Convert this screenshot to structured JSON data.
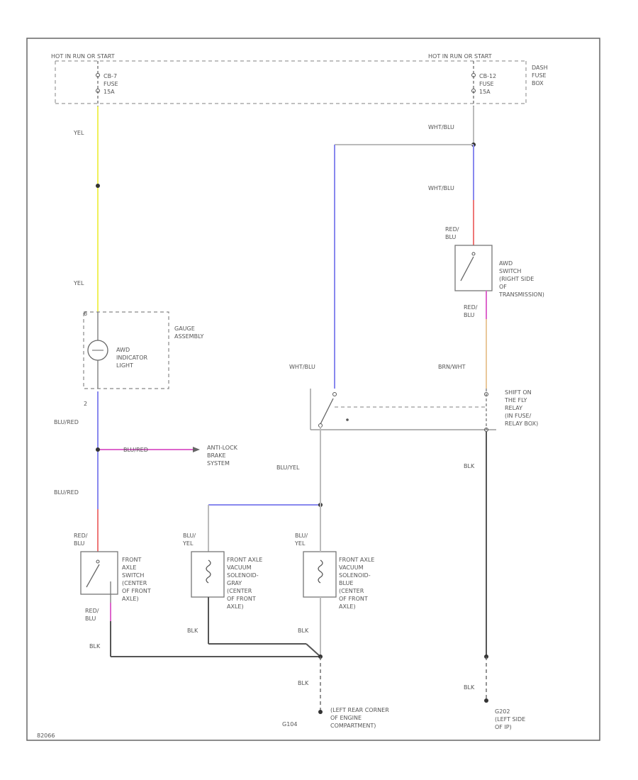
{
  "colors": {
    "yel": "#f0f05a",
    "blu": "#8888ee",
    "red": "#ee7777",
    "pink": "#dd66cc",
    "blk": "#555555",
    "gry": "#bbbbbb",
    "orn": "#e9c89a"
  },
  "labels": {
    "hot_left": "HOT IN RUN OR START",
    "hot_right": "HOT IN RUN OR START",
    "fuse_left": [
      "CB-7",
      "FUSE",
      "15A"
    ],
    "fuse_right": [
      "CB-12",
      "FUSE",
      "15A"
    ],
    "dash_fuse_box": [
      "DASH",
      "FUSE",
      "BOX"
    ],
    "wire_yel_1": "YEL",
    "wire_yel_2": "YEL",
    "pin_gauge_top": "6",
    "gauge_assembly": [
      "GAUGE",
      "ASSEMBLY"
    ],
    "awd_light": [
      "AWD",
      "INDICATOR",
      "LIGHT"
    ],
    "pin_gauge_bottom": "2",
    "wire_blu_red_1": "BLU/RED",
    "wire_blu_red_2": "BLU/RED",
    "wire_blu_red_3": "BLU/RED",
    "anti_lock": [
      "ANTI-LOCK",
      "BRAKE",
      "SYSTEM"
    ],
    "wire_wht_blu_1": "WHT/BLU",
    "wire_wht_blu_2": "WHT/BLU",
    "wire_wht_blu_3": "WHT/BLU",
    "wire_red_blu_1": [
      "RED/",
      "BLU"
    ],
    "awd_switch": [
      "AWD",
      "SWITCH",
      "(RIGHT SIDE",
      "OF",
      "TRANSMISSION)"
    ],
    "wire_red_blu_2": [
      "RED/",
      "BLU"
    ],
    "wire_brn_wht": "BRN/WHT",
    "shift_relay": [
      "SHIFT ON",
      "THE FLY",
      "RELAY",
      "(IN FUSE/",
      "RELAY BOX)"
    ],
    "wire_blu_yel": "BLU/YEL",
    "wire_blk_right": "BLK",
    "wire_red_blu_3": [
      "RED/",
      "BLU"
    ],
    "front_axle_switch": [
      "FRONT",
      "AXLE",
      "SWITCH",
      "(CENTER",
      "OF FRONT",
      "AXLE)"
    ],
    "wire_blu_yel_2": [
      "BLU/",
      "YEL"
    ],
    "solenoid_gray": [
      "FRONT AXLE",
      "VACUUM",
      "SOLENOID-",
      "GRAY",
      "(CENTER",
      "OF FRONT",
      "AXLE)"
    ],
    "wire_blu_yel_3": [
      "BLU/",
      "YEL"
    ],
    "solenoid_blue": [
      "FRONT AXLE",
      "VACUUM",
      "SOLENOID-",
      "BLUE",
      "(CENTER",
      "OF FRONT",
      "AXLE)"
    ],
    "wire_red_blu_4": [
      "RED/",
      "BLU"
    ],
    "wire_blk_1": "BLK",
    "wire_blk_2": "BLK",
    "wire_blk_3": "BLK",
    "wire_blk_4": "BLK",
    "wire_blk_5": "BLK",
    "ground_g104": "G104",
    "ground_g104_desc": [
      "(LEFT REAR CORNER",
      "OF ENGINE",
      "COMPARTMENT)"
    ],
    "ground_g202": "G202",
    "ground_g202_desc": [
      "(LEFT SIDE",
      "OF IP)"
    ],
    "footer_code": "82066"
  }
}
